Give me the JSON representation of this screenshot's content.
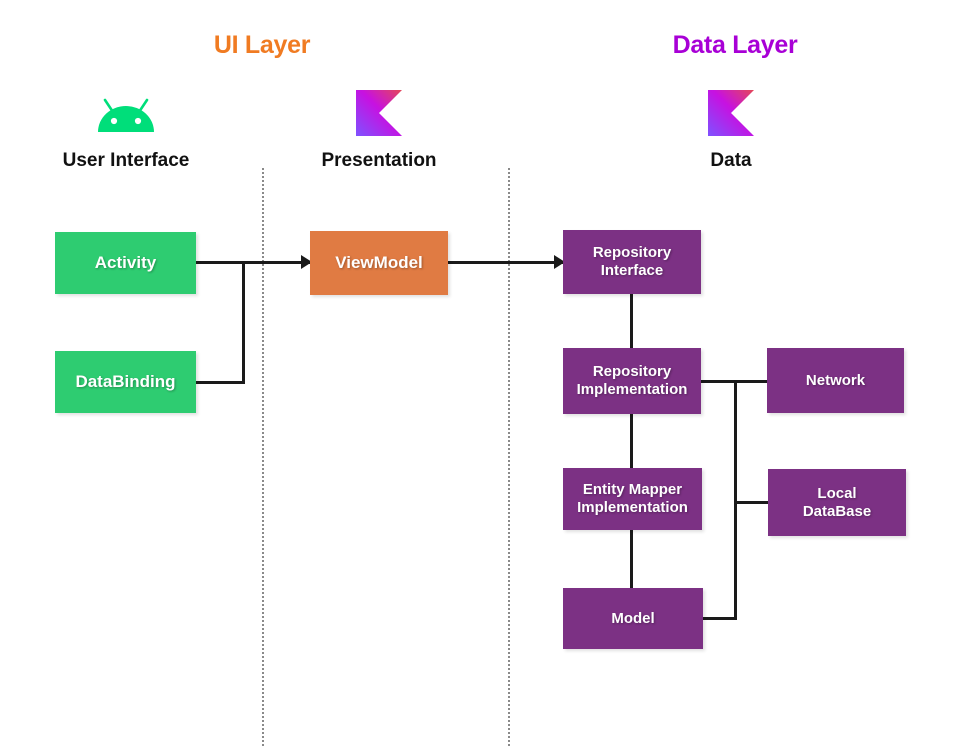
{
  "diagram": {
    "title_ui_layer": "UI Layer",
    "title_data_layer": "Data Layer",
    "columns": [
      {
        "caption": "User Interface",
        "icon": "android-logo-icon"
      },
      {
        "caption": "Presentation",
        "icon": "kotlin-logo-icon"
      },
      {
        "caption": "Data",
        "icon": "kotlin-logo-icon"
      }
    ],
    "nodes": {
      "activity": "Activity",
      "databinding": "DataBinding",
      "viewmodel": "ViewModel",
      "repository_interface": "Repository\nInterface",
      "repository_interface_line1": "Repository",
      "repository_interface_line2": "Interface",
      "repository_implementation_line1": "Repository",
      "repository_implementation_line2": "Implementation",
      "entity_mapper_line1": "Entity Mapper",
      "entity_mapper_line2": "Implementation",
      "model": "Model",
      "network": "Network",
      "local_database_line1": "Local",
      "local_database_line2": "DataBase"
    },
    "colors": {
      "ui_layer_title": "#F07B22",
      "data_layer_title": "#A800D6",
      "green_node": "#2ECC71",
      "orange_node": "#E07B43",
      "purple_node": "#7C3184",
      "connector": "#1a1a1a",
      "divider": "#8a8a8a",
      "caption_text": "#111111",
      "node_text": "#ffffff",
      "background": "#ffffff",
      "android_green": "#00DE7A",
      "kotlin_gradient_start": "#E44857",
      "kotlin_gradient_mid": "#C711E1",
      "kotlin_gradient_end": "#7F52FF"
    }
  }
}
